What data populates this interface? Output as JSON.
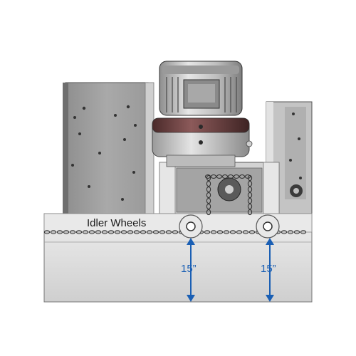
{
  "labels": {
    "idler_wheels": "Idler Wheels",
    "dim_left": "15”",
    "dim_right": "15”"
  },
  "colors": {
    "dimension_arrow": "#1a5fb4",
    "gearbox_band": "#7a4b4b",
    "motor_gray": "#c9c9c9",
    "frame_gray": "#b8b8b8",
    "track_gray": "#d9d9d9"
  }
}
